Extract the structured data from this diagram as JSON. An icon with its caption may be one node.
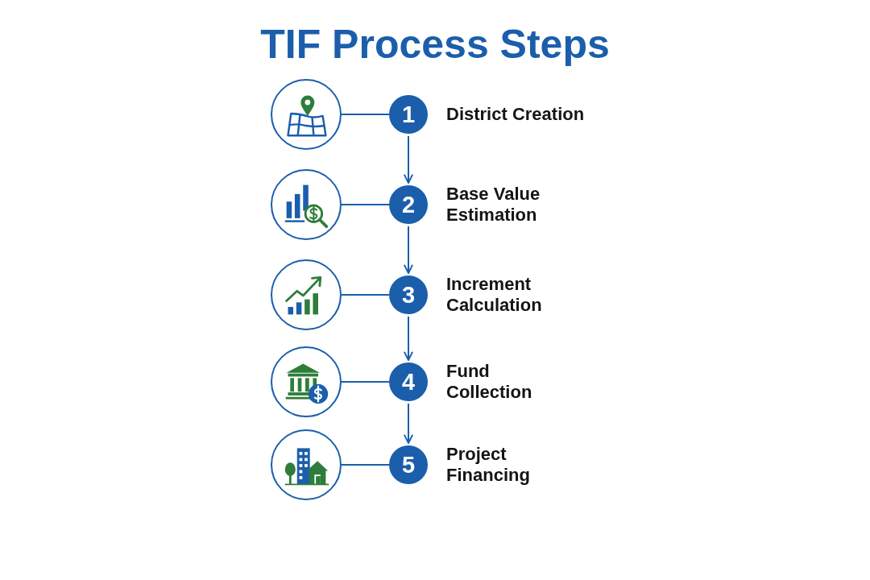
{
  "diagram": {
    "title": "TIF Process Steps",
    "nodes": [
      {
        "text": [],
        "shape": "picture"
      },
      {
        "text": [
          "1"
        ],
        "beside": [
          "District Creation"
        ]
      },
      {
        "text": [],
        "shape": "picture"
      },
      {
        "text": [
          "2"
        ],
        "beside": [
          "Base Value Estimation"
        ]
      },
      {
        "text": [],
        "shape": "picture"
      },
      {
        "text": [
          "3"
        ],
        "beside": [
          "Increment Calculation"
        ]
      },
      {
        "text": [],
        "shape": "picture"
      },
      {
        "text": [
          "4"
        ],
        "beside": [
          "Fund Collection"
        ]
      },
      {
        "text": [],
        "shape": "picture"
      },
      {
        "text": [
          "5"
        ],
        "beside": [
          "Project Financing"
        ]
      }
    ],
    "edges": [
      {
        "from": 0,
        "to": 1,
        "arrow": "none"
      },
      {
        "from": 1,
        "to": 3,
        "arrow": "to"
      },
      {
        "from": 2,
        "to": 3,
        "arrow": "none"
      },
      {
        "from": 3,
        "to": 5,
        "arrow": "to"
      },
      {
        "from": 4,
        "to": 5,
        "arrow": "none"
      },
      {
        "from": 5,
        "to": 7,
        "arrow": "to"
      },
      {
        "from": 6,
        "to": 7,
        "arrow": "none"
      },
      {
        "from": 7,
        "to": 9,
        "arrow": "to"
      },
      {
        "from": 8,
        "to": 9,
        "arrow": "none"
      }
    ]
  }
}
